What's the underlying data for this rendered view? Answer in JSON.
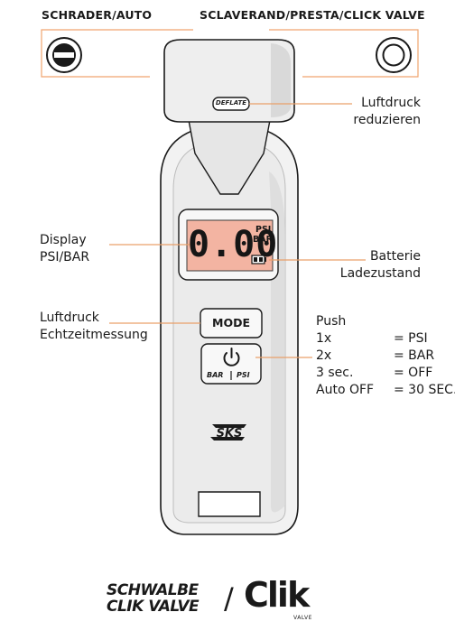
{
  "headers": {
    "left": "SCHRADER/AUTO",
    "right": "SCLAVERAND/PRESTA/CLICK VALVE"
  },
  "device": {
    "deflate_label": "DEFLATE",
    "display_value": "0.00",
    "unit_psi": "PSI",
    "unit_bar": "BAR",
    "mode_label": "MODE",
    "power_sub_left": "BAR",
    "power_sub_right": "PSI",
    "brand": "SKS"
  },
  "callouts": {
    "deflate": [
      "Luftdruck",
      "reduzieren"
    ],
    "display": [
      "Display",
      "PSI/BAR"
    ],
    "battery": [
      "Batterie",
      "Ladezustand"
    ],
    "realtime": [
      "Luftdruck",
      "Echtzeitmessung"
    ]
  },
  "push": {
    "title": "Push",
    "rows": [
      {
        "key": "1x",
        "value": "= PSI"
      },
      {
        "key": "2x",
        "value": "= BAR"
      },
      {
        "key": "3 sec.",
        "value": "= OFF"
      },
      {
        "key": "Auto OFF",
        "value": "= 30 SEC."
      }
    ]
  },
  "logos": {
    "schwalbe_line1": "SCHWALBE",
    "schwalbe_line2": "CLIK VALVE",
    "separator": "/",
    "clik": "Clik",
    "clik_sub": "VALVE"
  },
  "colors": {
    "lcd": "#f3b4a2",
    "callout_line": "#e9a06a"
  }
}
